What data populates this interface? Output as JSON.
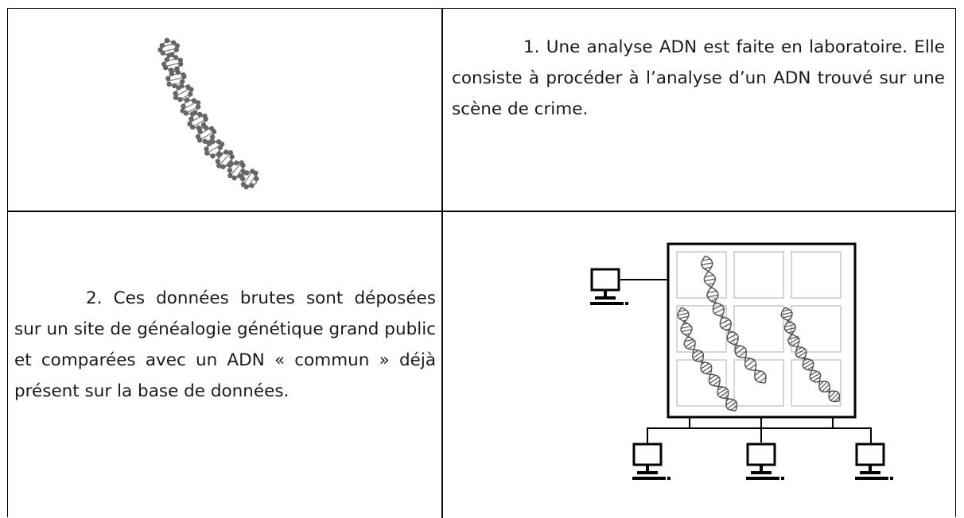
{
  "cells": {
    "step1": {
      "number": "1.",
      "text": "Une analyse ADN est faite en laboratoire. Elle consiste à procéder à l’analyse d’un ADN trouvé sur une scène de crime."
    },
    "step2": {
      "number": "2.",
      "text": "Ces données brutes sont déposées sur un site de généalogie génétique grand public et comparées avec un ADN « commun » déjà présent sur la base de données."
    }
  },
  "icons": {
    "top_left": "dna-helix-icon",
    "bottom_right": "dna-database-network-icon"
  }
}
